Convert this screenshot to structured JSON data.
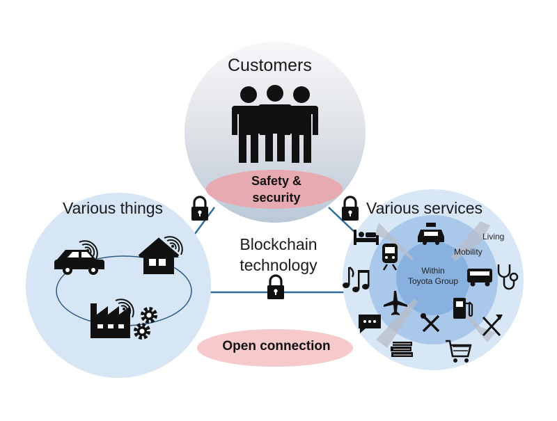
{
  "customers": {
    "title": "Customers",
    "value_label": "Safety &\nsecurity"
  },
  "things": {
    "title": "Various things"
  },
  "services": {
    "title": "Various services",
    "rings": {
      "outer": "Living",
      "middle": "Mobility",
      "inner": "Within\nToyota Group"
    }
  },
  "center": {
    "label": "Blockchain\ntechnology"
  },
  "bottom": {
    "label": "Open connection"
  },
  "colors": {
    "circle_fill": "#d6e6f5",
    "customers_circle": "#d9dde3",
    "pink_pill": "#e9aab0",
    "light_pink_pill": "#f6c9cb",
    "connector": "#2e6c99",
    "services_inner": "#8db5e2",
    "icon": "#111111"
  },
  "icons": [
    "person-icon",
    "car-icon",
    "house-icon",
    "factory-icon",
    "gear-icon",
    "wifi-icon",
    "lock-icon",
    "taxi-icon",
    "train-icon",
    "bed-icon",
    "music-icon",
    "plane-icon",
    "bus-icon",
    "stethoscope-icon",
    "fuel-pump-icon",
    "tools-icon",
    "fork-knife-icon",
    "chat-icon",
    "books-icon",
    "cart-icon"
  ]
}
